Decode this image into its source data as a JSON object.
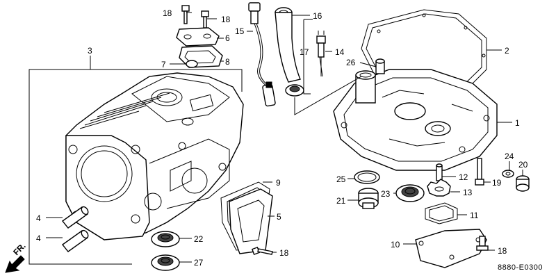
{
  "figure_code": "8880-E0300",
  "direction_label": "FR.",
  "callouts": {
    "c1": "1",
    "c2": "2",
    "c3": "3",
    "c4a": "4",
    "c4b": "4",
    "c5": "5",
    "c6": "6",
    "c7": "7",
    "c8": "8",
    "c9": "9",
    "c10": "10",
    "c11": "11",
    "c12": "12",
    "c13": "13",
    "c14": "14",
    "c15": "15",
    "c16": "16",
    "c17": "17",
    "c18a": "18",
    "c18b": "18",
    "c18c": "18",
    "c18d": "18",
    "c19": "19",
    "c20": "20",
    "c21": "21",
    "c22": "22",
    "c23": "23",
    "c24": "24",
    "c25": "25",
    "c26": "26",
    "c27": "27"
  }
}
